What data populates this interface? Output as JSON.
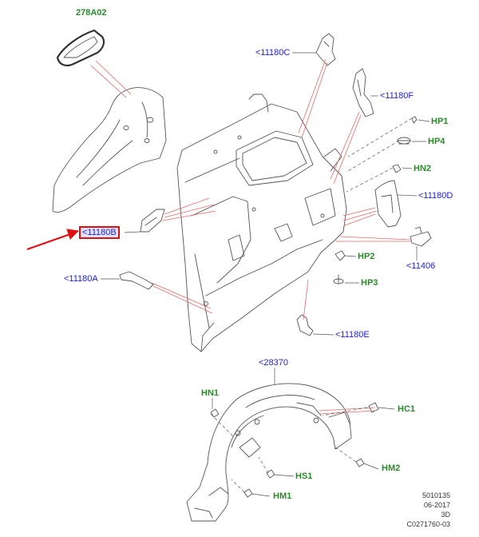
{
  "colors": {
    "label_blue": "#1f1fd6",
    "label_green": "#2a8a2a",
    "leader_red": "#e26a6a",
    "highlight_red": "#e01010",
    "line_gray": "#555555"
  },
  "labels": {
    "p278A02": "278A02",
    "p11180C": "<11180C",
    "p11180F": "<11180F",
    "hp1": "HP1",
    "hp4": "HP4",
    "hn2": "HN2",
    "p11180D": "<11180D",
    "p11180B": "<11180B",
    "hp2": "HP2",
    "p11406": "<11406",
    "p11180A": "<11180A",
    "hp3": "HP3",
    "p11180E": "<11180E",
    "p28370": "<28370",
    "hn1": "HN1",
    "hc1": "HC1",
    "hm2": "HM2",
    "hs1": "HS1",
    "hm1": "HM1"
  },
  "footer": {
    "line1": "5010135",
    "line2": "06-2017",
    "line3": "3D",
    "line4": "C0271760-03"
  },
  "icons": {
    "pointer": "red-pointer-arrow-icon"
  }
}
